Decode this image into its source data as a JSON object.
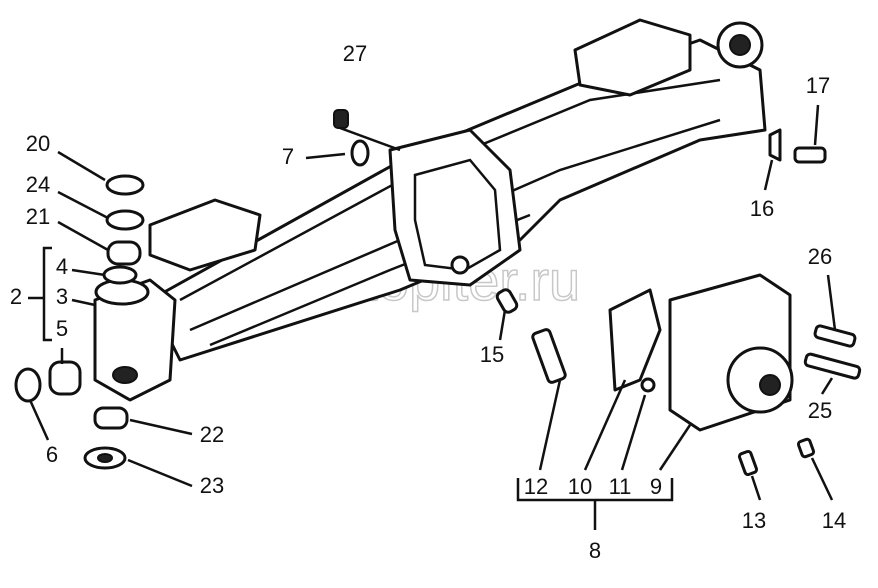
{
  "diagram": {
    "title": "Front axle assembly exploded view",
    "watermark": "autopiter.ru",
    "callouts": [
      "27",
      "7",
      "20",
      "24",
      "21",
      "4",
      "2",
      "3",
      "5",
      "6",
      "22",
      "23",
      "15",
      "12",
      "10",
      "11",
      "9",
      "8",
      "13",
      "14",
      "25",
      "26",
      "17",
      "16"
    ]
  }
}
